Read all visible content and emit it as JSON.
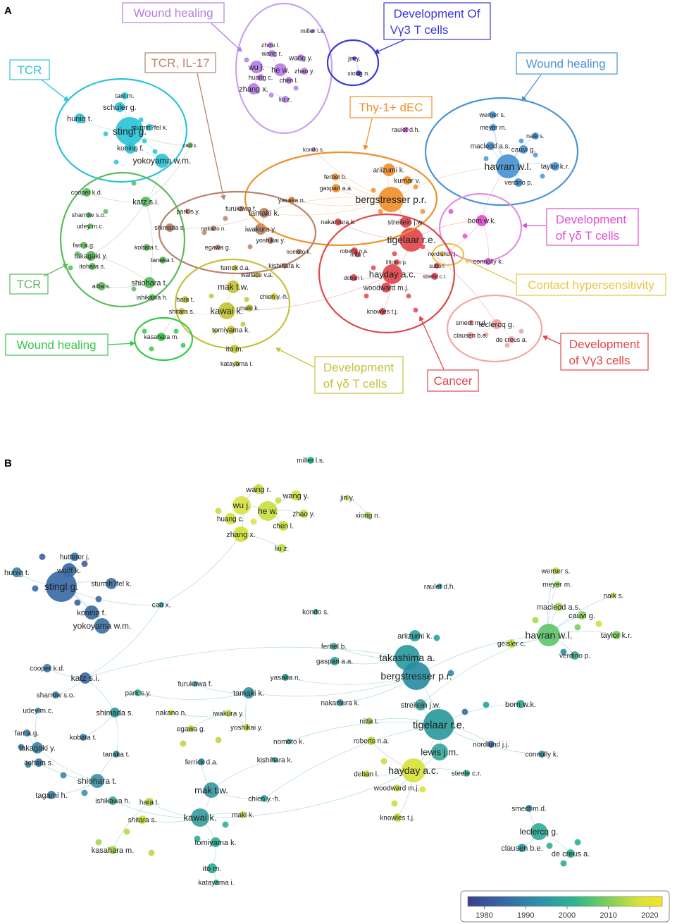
{
  "panels": [
    {
      "id": "a",
      "letter": "A",
      "clusters": [
        {
          "key": "c1",
          "label_lines": [
            "Wound healing"
          ],
          "color": "#b57de6"
        },
        {
          "key": "c2",
          "label_lines": [
            "Development Of",
            "Vγ3 T cells"
          ],
          "color": "#3b39d6"
        },
        {
          "key": "c3",
          "label_lines": [
            "TCR"
          ],
          "color": "#2cc3d8"
        },
        {
          "key": "c4",
          "label_lines": [
            "TCR, IL-17"
          ],
          "color": "#b8836e"
        },
        {
          "key": "c5",
          "label_lines": [
            "Thy-1+ dEC"
          ],
          "color": "#f0902c"
        },
        {
          "key": "c6",
          "label_lines": [
            "Wound healing"
          ],
          "color": "#4a94d4"
        },
        {
          "key": "c7",
          "label_lines": [
            "Development",
            "of γδ T cells"
          ],
          "color": "#e04fcf"
        },
        {
          "key": "c8",
          "label_lines": [
            "Contact hypersensitivity"
          ],
          "color": "#e6c64a"
        },
        {
          "key": "c9",
          "label_lines": [
            "TCR"
          ],
          "color": "#5abb5a"
        },
        {
          "key": "c10",
          "label_lines": [
            "Wound healing"
          ],
          "color": "#36c84a"
        },
        {
          "key": "c11",
          "label_lines": [
            "Development",
            "of γδ T cells"
          ],
          "color": "#c3c33a"
        },
        {
          "key": "c12",
          "label_lines": [
            "Cancer"
          ],
          "color": "#e0474c"
        },
        {
          "key": "c13",
          "label_lines": [
            "Development",
            "of Vγ3 cells"
          ],
          "color": "#e0474c"
        }
      ],
      "authors": [
        "miller l.s.",
        "zhou l.",
        "wang r.",
        "wang y.",
        "wu j.",
        "he w.",
        "zhao y.",
        "huang c.",
        "chen l.",
        "zhang x.",
        "liu z.",
        "jin y.",
        "xiong n.",
        "tani m.",
        "schuler g.",
        "hunig t.",
        "stingl g.",
        "sturmh?fel k.",
        "koning f.",
        "yokoyama w.m.",
        "cao x.",
        "kondo s.",
        "raulet d.h.",
        "werner s.",
        "meyer m.",
        "naik s.",
        "macleod a.s.",
        "cauvi g.",
        "havran w.l.",
        "taylor k.r.",
        "verdino p.",
        "ariizumi k.",
        "kumar v.",
        "ferbel b.",
        "gaspari a.a.",
        "bergstresser p.r.",
        "yasaka n.",
        "cooper k.d.",
        "katz s.i.",
        "furukawa f.",
        "tamaki k.",
        "park s.y.",
        "sharrow s.o.",
        "shimada s.",
        "nakano n.",
        "iwakura y.",
        "yoshikai y.",
        "udey m.c.",
        "egawa g.",
        "nakamura k.",
        "streilein j.w.",
        "born w.k.",
        "tigelaar r.e.",
        "nomoto k.",
        "nitta t.",
        "farr a.g.",
        "kobata t.",
        "takagaki y.",
        "roberts n.a.",
        "nordlund j.j.",
        "connolly k.",
        "itohara s.",
        "tanaka t.",
        "kishihara k.",
        "lifton r.p.",
        "ferrick d.a.",
        "hayday a.c.",
        "sutton",
        "deban l.",
        "steele c.r.",
        "wallace v.a.",
        "mak t.w.",
        "aiba s.",
        "shiohara t.",
        "woodward m.j.",
        "chien y.-h.",
        "ishikawa h.",
        "hara t.",
        "maki k.",
        "shitara s.",
        "kawai k.",
        "knowles t.j.",
        "smedt m.d.",
        "leclercq g.",
        "tomiyama k.",
        "kasahara m.",
        "clausen b.e.",
        "de creus a.",
        "ito m.",
        "katayama i."
      ]
    },
    {
      "id": "b",
      "letter": "B",
      "authors": [
        "miller l.s.",
        "wang r.",
        "wang y.",
        "wu j.",
        "he w.",
        "zhao y.",
        "huang c.",
        "chen l.",
        "zhang x.",
        "liu z.",
        "jin y.",
        "xiong n.",
        "hutterer j.",
        "wolff k.",
        "hunig t.",
        "stingl g.",
        "sturmh?fel k.",
        "koning f.",
        "yokoyama w.m.",
        "cao x.",
        "kondo s.",
        "raulet d.h.",
        "werner s.",
        "meyer m.",
        "naik s.",
        "macleod a.s.",
        "cauvi g.",
        "ariizumi k.",
        "geisler c.",
        "havran w.l.",
        "taylor k.r.",
        "verdino p.",
        "ferbel b.",
        "takashima a.",
        "gaspari a.a.",
        "bergstresser p.r.",
        "cooper k.d.",
        "katz s.i.",
        "yasaka n.",
        "sharrow s.o.",
        "furukawa f.",
        "tamaki k.",
        "park s.y.",
        "udey m.c.",
        "shimada s.",
        "nakano n.",
        "iwakura y.",
        "yoshikai y.",
        "nakamura k.",
        "streilein j.w.",
        "born w.k.",
        "egawa g.",
        "farr a.g.",
        "takagaki y.",
        "kobata t.",
        "tigelaar r.e.",
        "nitta t.",
        "nomoto k.",
        "roberts n.a.",
        "nordlund j.j.",
        "lewis j.m.",
        "connolly k.",
        "tanaka t.",
        "itohara s.",
        "kishihara k.",
        "ferrick d.a.",
        "hayday a.c.",
        "steele c.r.",
        "deban l.",
        "shiohara t.",
        "woodward m.j.",
        "mak t.w.",
        "tagami h.",
        "ishikawa h.",
        "hara t.",
        "chien y.-h.",
        "kawai k.",
        "maki k.",
        "shitara s.",
        "smedt m.d.",
        "knowles t.j.",
        "leclercq g.",
        "tomiyama k.",
        "kasahara m.",
        "clausen b.e.",
        "de creus a.",
        "ito m.",
        "katayama i."
      ],
      "colorbar": {
        "ticks": [
          "1980",
          "1990",
          "2000",
          "2010",
          "2020"
        ],
        "scale_min": 1976,
        "scale_max": 2023,
        "colors": [
          "#3b3f8c",
          "#3a67a3",
          "#2f93a8",
          "#2fb58e",
          "#7ccf5a",
          "#d6e23c",
          "#f4e425"
        ]
      }
    }
  ]
}
